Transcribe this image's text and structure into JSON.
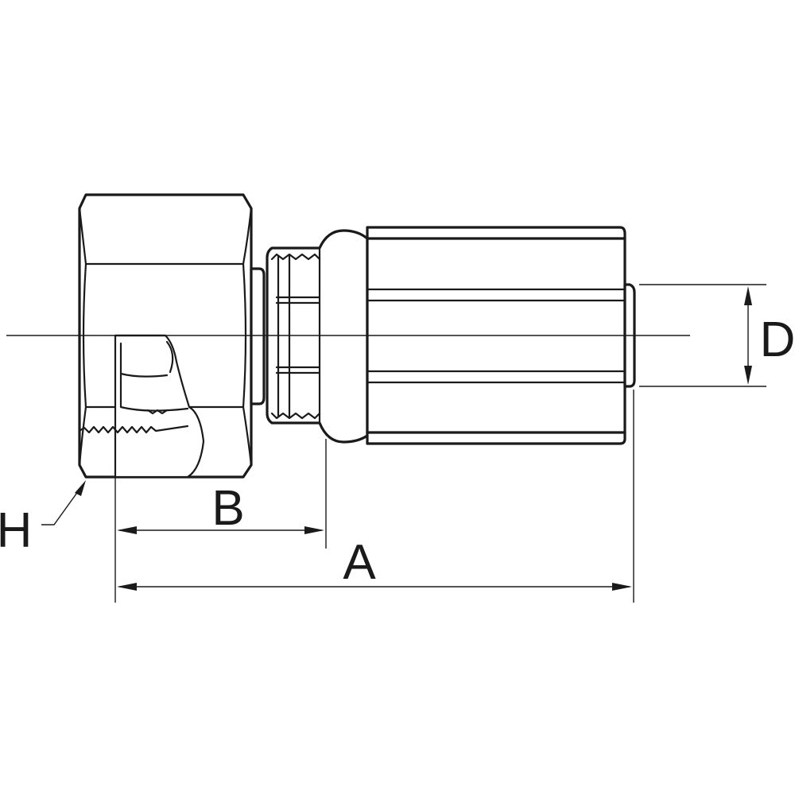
{
  "labels": {
    "a": "A",
    "b": "B",
    "d": "D",
    "h": "H"
  },
  "colors": {
    "line": "#1a1a1a",
    "background": "#ffffff"
  }
}
